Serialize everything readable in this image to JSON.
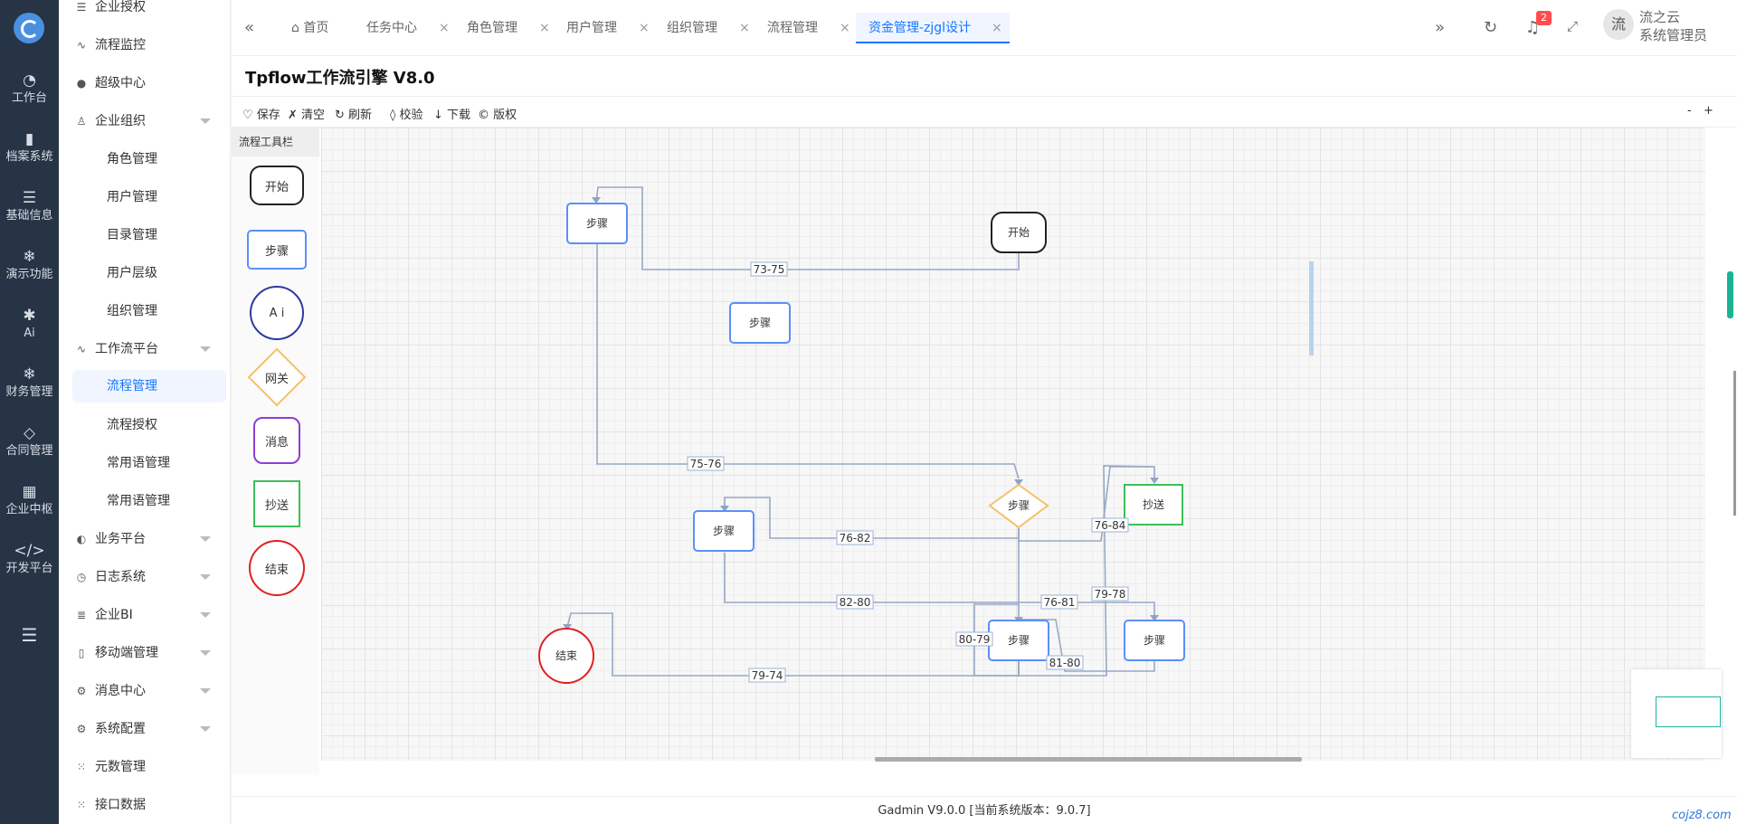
{
  "rail": {
    "items": [
      {
        "label": "工作台",
        "icon": "dashboard-icon"
      },
      {
        "label": "档案系统",
        "icon": "bar-chart-icon"
      },
      {
        "label": "基础信息",
        "icon": "list-icon"
      },
      {
        "label": "演示功能",
        "icon": "snowflake-icon"
      },
      {
        "label": "Ai",
        "icon": "palm-icon"
      },
      {
        "label": "财务管理",
        "icon": "snowflake-icon"
      },
      {
        "label": "合同管理",
        "icon": "diamond-icon"
      },
      {
        "label": "企业中枢",
        "icon": "grid-icon"
      },
      {
        "label": "开发平台",
        "icon": "code-icon"
      }
    ],
    "glyphs": [
      "◔",
      "▮",
      "☰",
      "❄",
      "✱",
      "❄",
      "◇",
      "▦",
      "</>"
    ]
  },
  "menu": {
    "items": [
      {
        "label": "企业授权",
        "icon": "sliders-icon"
      },
      {
        "label": "流程监控",
        "icon": "pulse-icon"
      },
      {
        "label": "超级中心",
        "icon": "fire-icon"
      },
      {
        "label": "企业组织",
        "icon": "user-icon"
      },
      {
        "label": "角色管理"
      },
      {
        "label": "用户管理"
      },
      {
        "label": "目录管理"
      },
      {
        "label": "用户层级"
      },
      {
        "label": "组织管理"
      },
      {
        "label": "工作流平台",
        "icon": "pulse-icon"
      },
      {
        "label": "流程管理"
      },
      {
        "label": "流程授权"
      },
      {
        "label": "常用语管理"
      },
      {
        "label": "常用语管理"
      },
      {
        "label": "业务平台",
        "icon": "compass-icon"
      },
      {
        "label": "日志系统",
        "icon": "clock-icon"
      },
      {
        "label": "企业BI",
        "icon": "align-icon"
      },
      {
        "label": "移动端管理",
        "icon": "phone-icon"
      },
      {
        "label": "消息中心",
        "icon": "gear-icon"
      },
      {
        "label": "系统配置",
        "icon": "gear-icon"
      },
      {
        "label": "元数管理",
        "icon": "loader-icon"
      },
      {
        "label": "接口数据",
        "icon": "loader-icon"
      }
    ]
  },
  "tabs": [
    {
      "label": "首页"
    },
    {
      "label": "任务中心"
    },
    {
      "label": "角色管理"
    },
    {
      "label": "用户管理"
    },
    {
      "label": "组织管理"
    },
    {
      "label": "流程管理"
    },
    {
      "label": "资金管理-zjgl设计"
    }
  ],
  "topbar": {
    "notifications": "2",
    "avatar": "流",
    "user_line1": "流之云",
    "user_line2": "系统管理员"
  },
  "page": {
    "title": "Tpflow工作流引擎 V8.0",
    "toolbar": {
      "save": "♡ 保存",
      "clear": "✗ 清空",
      "refresh": "↻ 刷新",
      "check": "◊ 校验",
      "download": "↓ 下载",
      "copyright": "© 版权",
      "zoom_out": "-",
      "zoom_in": "+"
    },
    "palette": {
      "title": "流程工具栏",
      "items": [
        "开始",
        "步骤",
        "A i",
        "网关",
        "消息",
        "抄送",
        "结束"
      ]
    }
  },
  "diagram": {
    "nodes": [
      {
        "id": "n1",
        "label": "步骤"
      },
      {
        "id": "n2",
        "label": "开始"
      },
      {
        "id": "n3",
        "label": "步骤"
      },
      {
        "id": "n4",
        "label": "步骤"
      },
      {
        "id": "n5",
        "label": "抄送"
      },
      {
        "id": "n6",
        "label": "步骤"
      },
      {
        "id": "n7",
        "label": "结束"
      },
      {
        "id": "n8",
        "label": "步骤"
      },
      {
        "id": "n9",
        "label": "步骤"
      }
    ],
    "edges": [
      {
        "label": "73-75"
      },
      {
        "label": "75-76"
      },
      {
        "label": "76-82"
      },
      {
        "label": "76-84"
      },
      {
        "label": "82-80"
      },
      {
        "label": "76-81"
      },
      {
        "label": "79-78"
      },
      {
        "label": "80-79"
      },
      {
        "label": "81-80"
      },
      {
        "label": "79-74"
      }
    ]
  },
  "footer": {
    "text": "Gadmin V9.0.0 [当前系统版本：9.0.7]"
  },
  "watermark": "cojz8.com"
}
